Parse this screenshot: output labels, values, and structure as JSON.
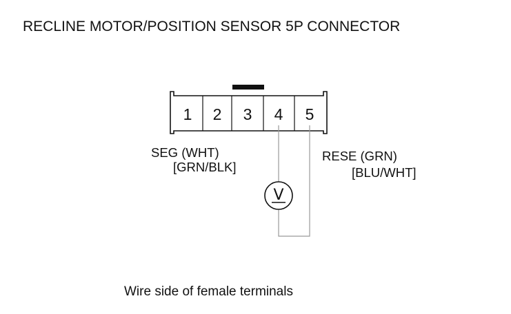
{
  "title": "RECLINE MOTOR/POSITION SENSOR 5P CONNECTOR",
  "connector": {
    "pins": [
      "1",
      "2",
      "3",
      "4",
      "5"
    ]
  },
  "wires": {
    "left_name": "SEG (WHT)",
    "left_alt": "[GRN/BLK]",
    "right_name": "RESE (GRN)",
    "right_alt": "[BLU/WHT]"
  },
  "meter": {
    "symbol": "V",
    "icon": "voltmeter-icon"
  },
  "caption": "Wire side of female terminals",
  "colors": {
    "line": "#111111",
    "wire": "#999999",
    "background": "#ffffff"
  }
}
